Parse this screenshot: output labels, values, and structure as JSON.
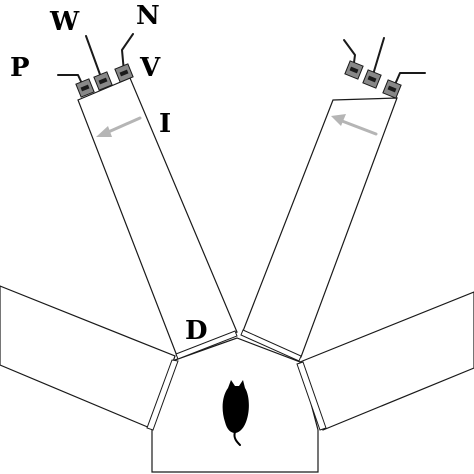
{
  "labels": {
    "w": "W",
    "n": "N",
    "p": "P",
    "v": "V",
    "i": "I",
    "d": "D"
  },
  "colors": {
    "line": "#1a1a1a",
    "port_fill": "#888888",
    "flow_arrow": "#b5b5b5",
    "animal": "#000000"
  },
  "icons": {
    "animal": "rat-silhouette-icon",
    "flow": "arrow-left-icon"
  }
}
